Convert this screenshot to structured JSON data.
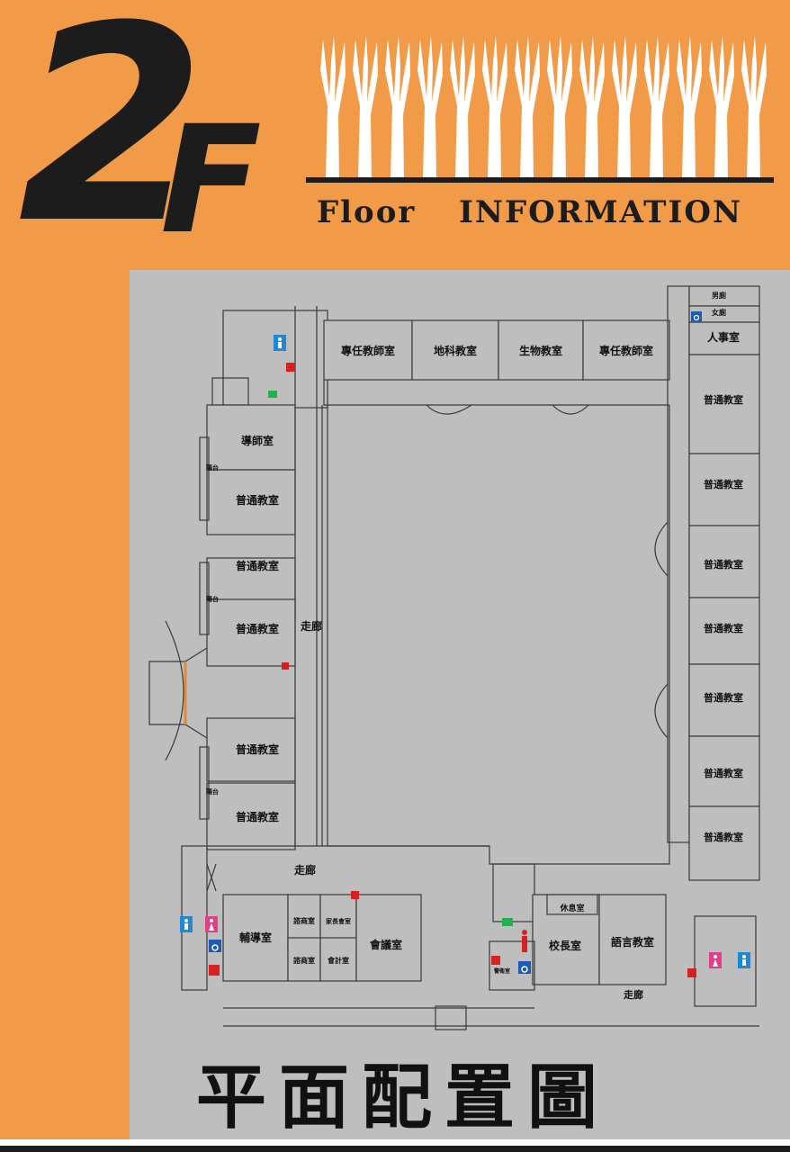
{
  "header": {
    "floor_number": "2",
    "floor_letter": "F",
    "floor_word": "Floor",
    "info_word": "INFORMATION"
  },
  "colors": {
    "accent_orange": "#F19A48",
    "map_gray": "#BEBEBE",
    "ink": "#1c1c1c"
  },
  "title": "平面配置圖",
  "rooms": {
    "top_row": [
      "專任教師室",
      "地科教室",
      "生物教室",
      "專任教師室"
    ],
    "left_wing": [
      "導師室",
      "普通教室",
      "普通教室",
      "普通教室",
      "普通教室",
      "普通教室"
    ],
    "balcony": "陽台",
    "corridor": "走廊",
    "right_wing": [
      "普通教室",
      "普通教室",
      "普通教室",
      "普通教室",
      "普通教室",
      "普通教室",
      "普通教室"
    ],
    "personnel": "人事室",
    "mens_restroom": "男廁",
    "womens_restroom": "女廁",
    "counseling": "輔導室",
    "consult_a": "諮商室",
    "consult_b": "諮商室",
    "parents_room": "家長會室",
    "accounting": "會計室",
    "meeting": "會議室",
    "principal": "校長室",
    "lounge": "休息室",
    "language": "語言教室",
    "security": "警衛室"
  },
  "icons": [
    "tree-icon",
    "male-restroom-icon",
    "female-restroom-icon",
    "wheelchair-icon",
    "fire-hydrant-icon",
    "exit-sign-icon",
    "stair-icon",
    "elevator-icon"
  ]
}
